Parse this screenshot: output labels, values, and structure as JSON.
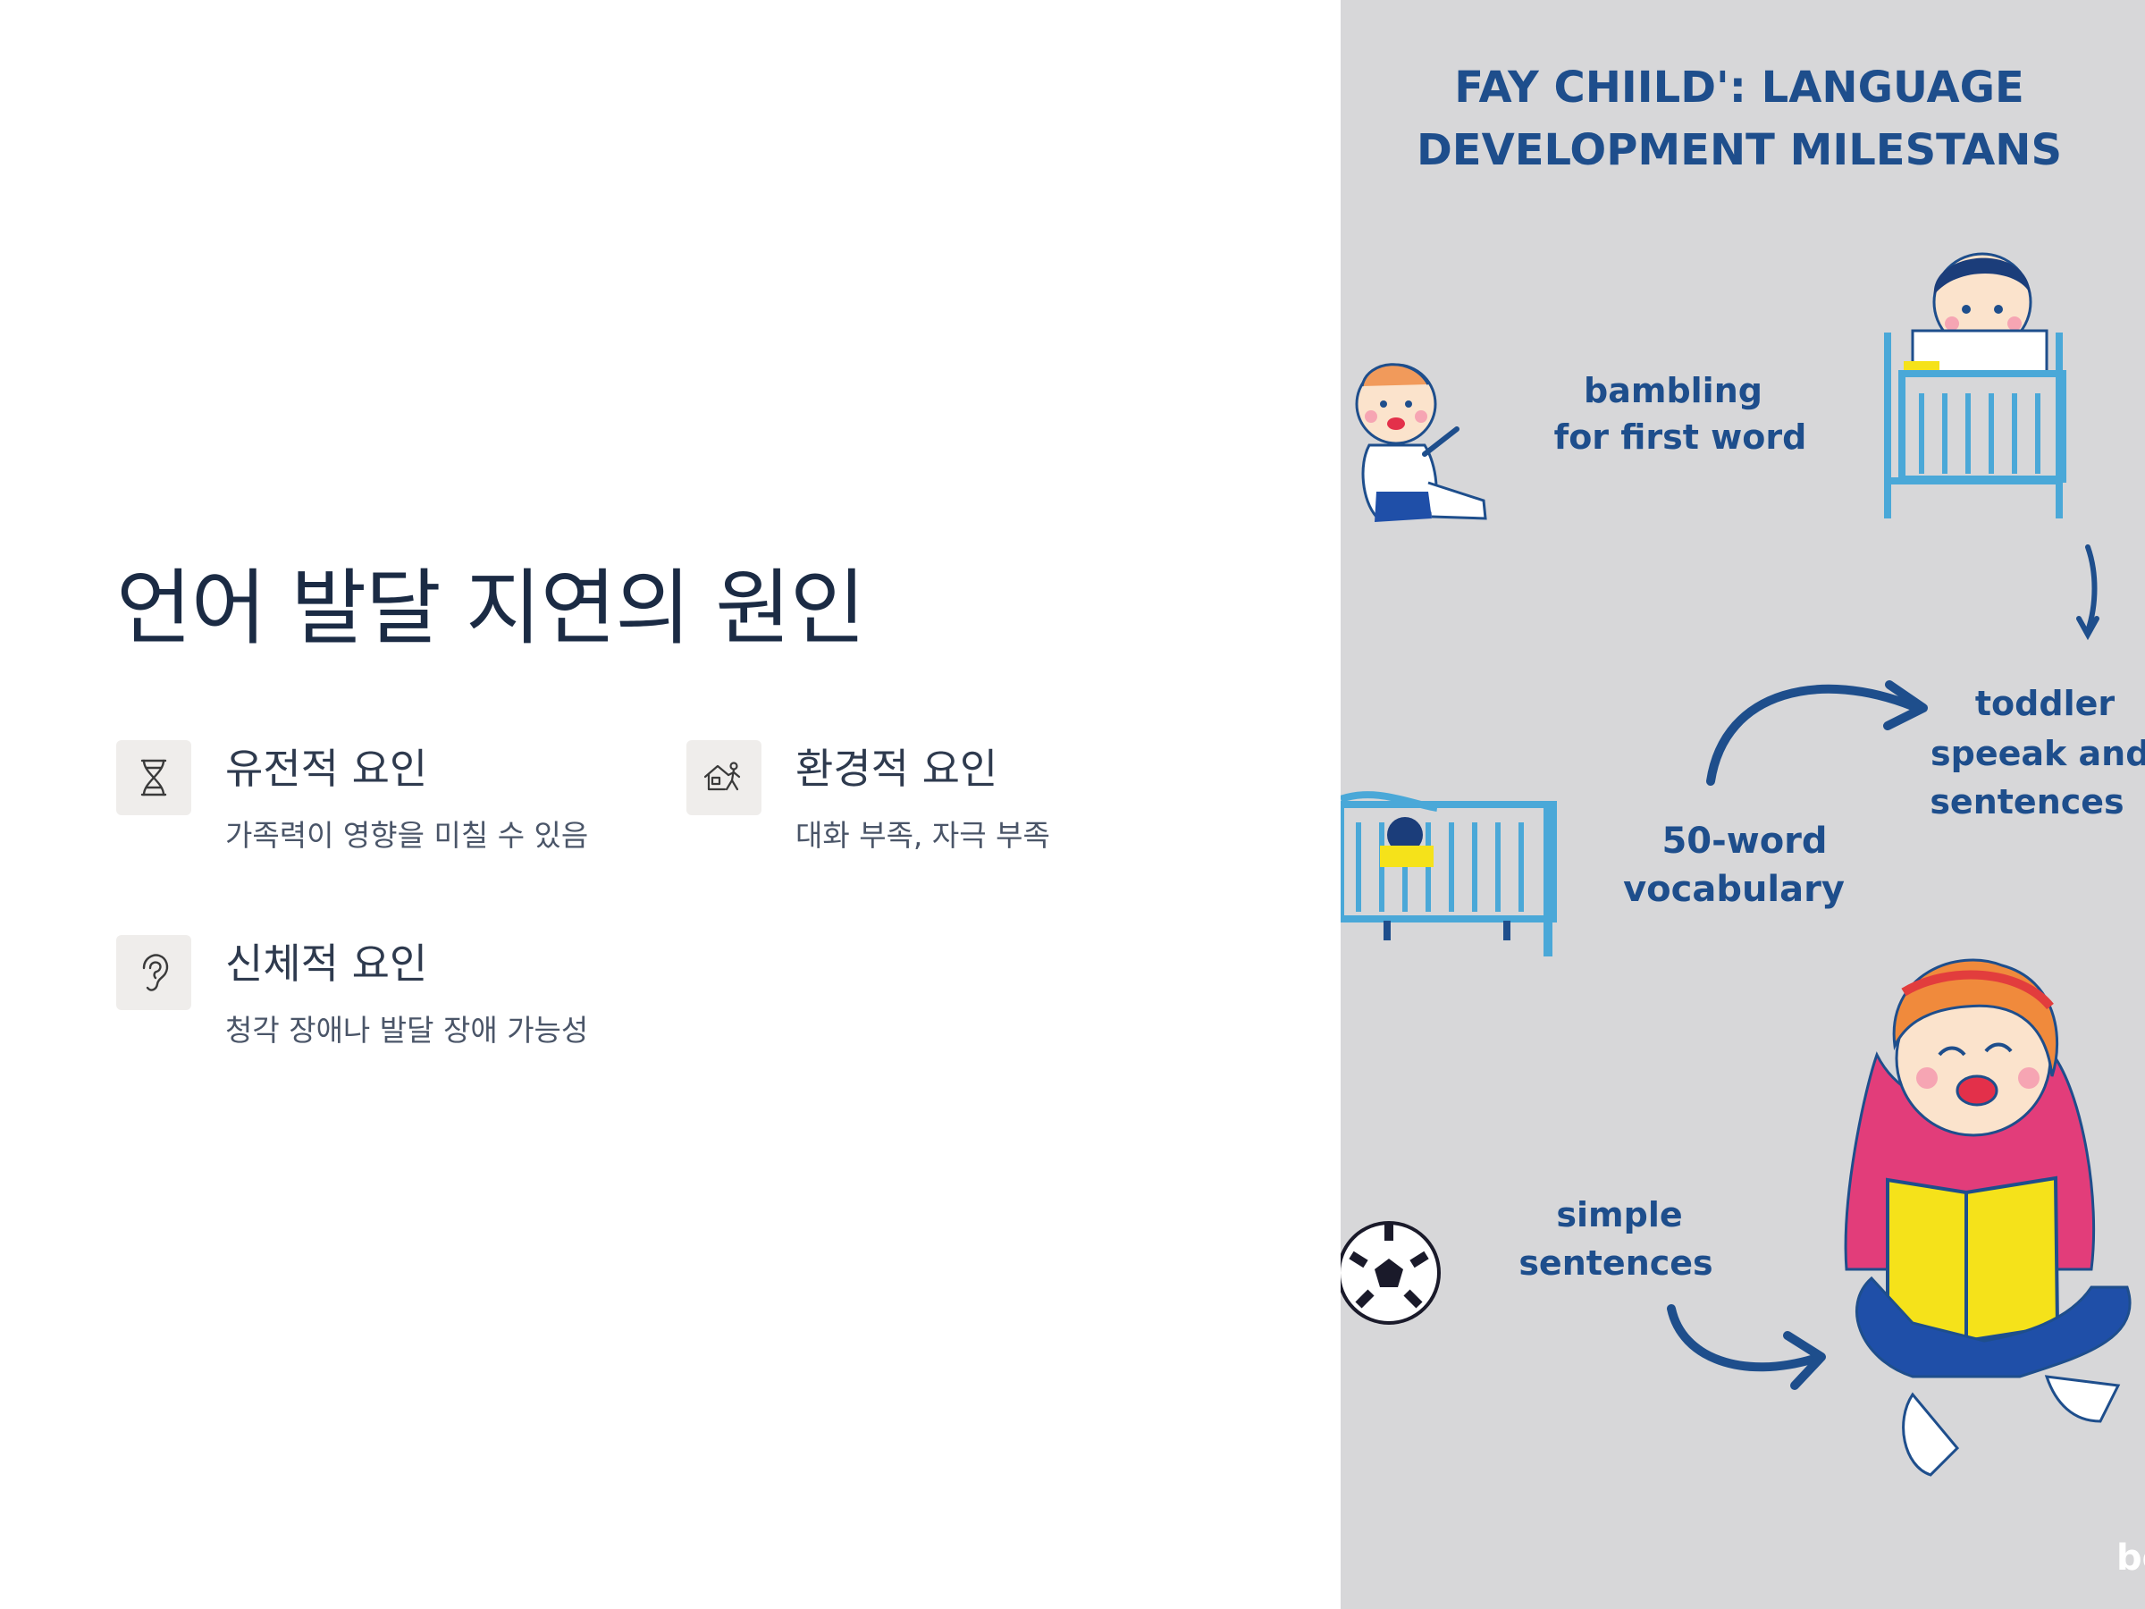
{
  "slide": {
    "title": "언어 발달 지연의 원인",
    "causes": [
      {
        "icon": "dna-icon",
        "title": "유전적 요인",
        "desc": "가족력이 영향을 미칠 수 있음"
      },
      {
        "icon": "home-person-icon",
        "title": "환경적 요인",
        "desc": "대화 부족, 자극 부족"
      },
      {
        "icon": "ear-icon",
        "title": "신체적 요인",
        "desc": "청각 장애나 발달 장애 가능성"
      }
    ]
  },
  "illustration": {
    "heading_line1": "FAY CHIILD': LANGUAGE",
    "heading_line2": "DEVELOPMENT MILESTANS",
    "babbling_line1": "bambling",
    "babbling_line2": "for first word",
    "toddler_line1": "toddler",
    "toddler_line2": "speeak and in",
    "toddler_line3": "sentences",
    "vocab_line1": "50-word",
    "vocab_line2": "vocabulary",
    "simple_line1": "simple",
    "simple_line2": "sentences",
    "watermark": "bo",
    "colors": {
      "background": "#d7d7d9",
      "text": "#1e4e8c",
      "crib": "#4aa8d8",
      "book": "#f5e21a",
      "shirt": "#e23d7a"
    }
  }
}
